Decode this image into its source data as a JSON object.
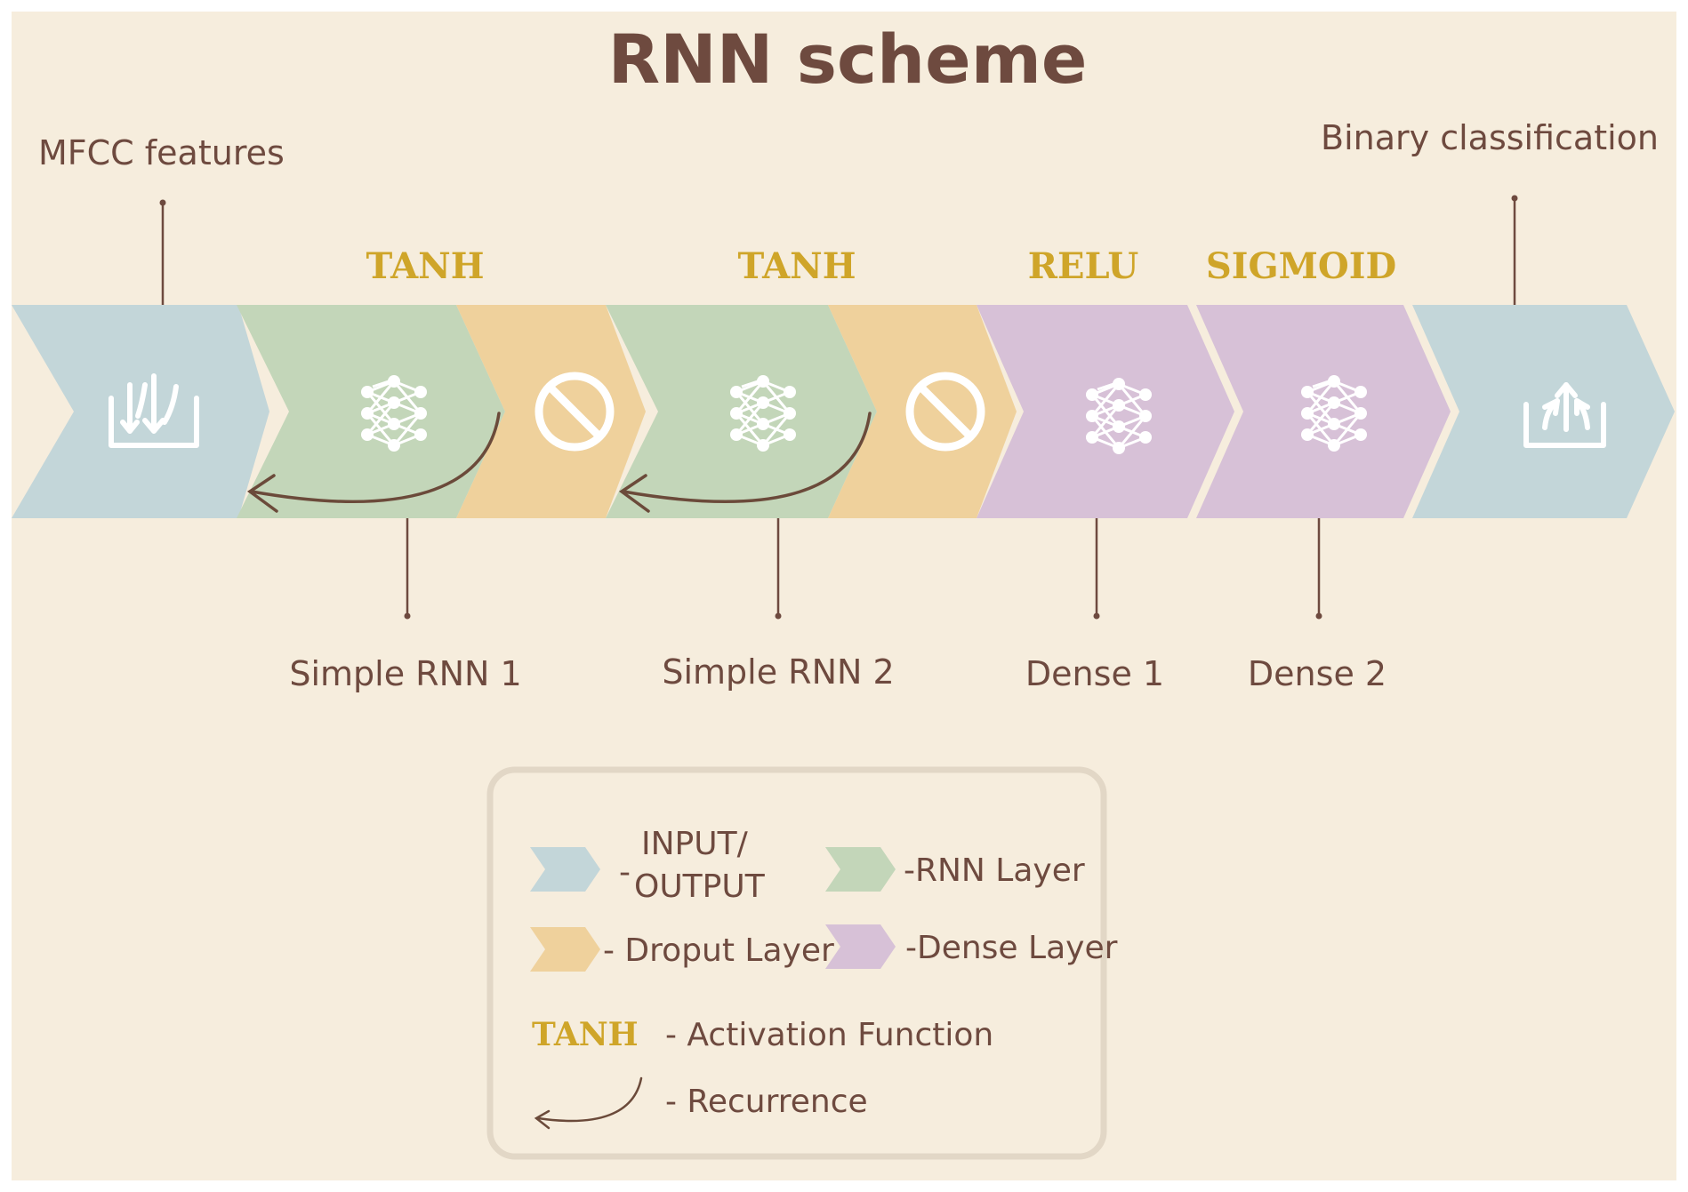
{
  "title": "RNN scheme",
  "callouts": {
    "input": "MFCC features",
    "output": "Binary classification",
    "rnn1": "Simple RNN 1",
    "rnn2": "Simple RNN 2",
    "dense1": "Dense 1",
    "dense2": "Dense 2"
  },
  "activations": {
    "rnn1": "TANH",
    "rnn2": "TANH",
    "dense1": "RELU",
    "dense2": "SIGMOID"
  },
  "legend": {
    "io_line1": "INPUT/",
    "io_line2": "OUTPUT",
    "io_dash": "-",
    "rnn": "-RNN Layer",
    "dropout": "- Droput Layer",
    "dense": "-Dense Layer",
    "activation_sample": "TANH",
    "activation": "- Activation Function",
    "recurrence": "- Recurrence"
  },
  "colors": {
    "background": "#f6eddd",
    "input_output": "#c3d6d9",
    "rnn_layer": "#c3d6b9",
    "dropout_layer": "#efd19c",
    "dense_layer": "#d7c1d7",
    "text": "#6e4a3f",
    "activation_text": "#cfa529"
  },
  "icons": {
    "input": "download-tray-icon",
    "output": "upload-tray-icon",
    "network": "neural-network-icon",
    "dropout": "prohibited-circle-icon"
  }
}
